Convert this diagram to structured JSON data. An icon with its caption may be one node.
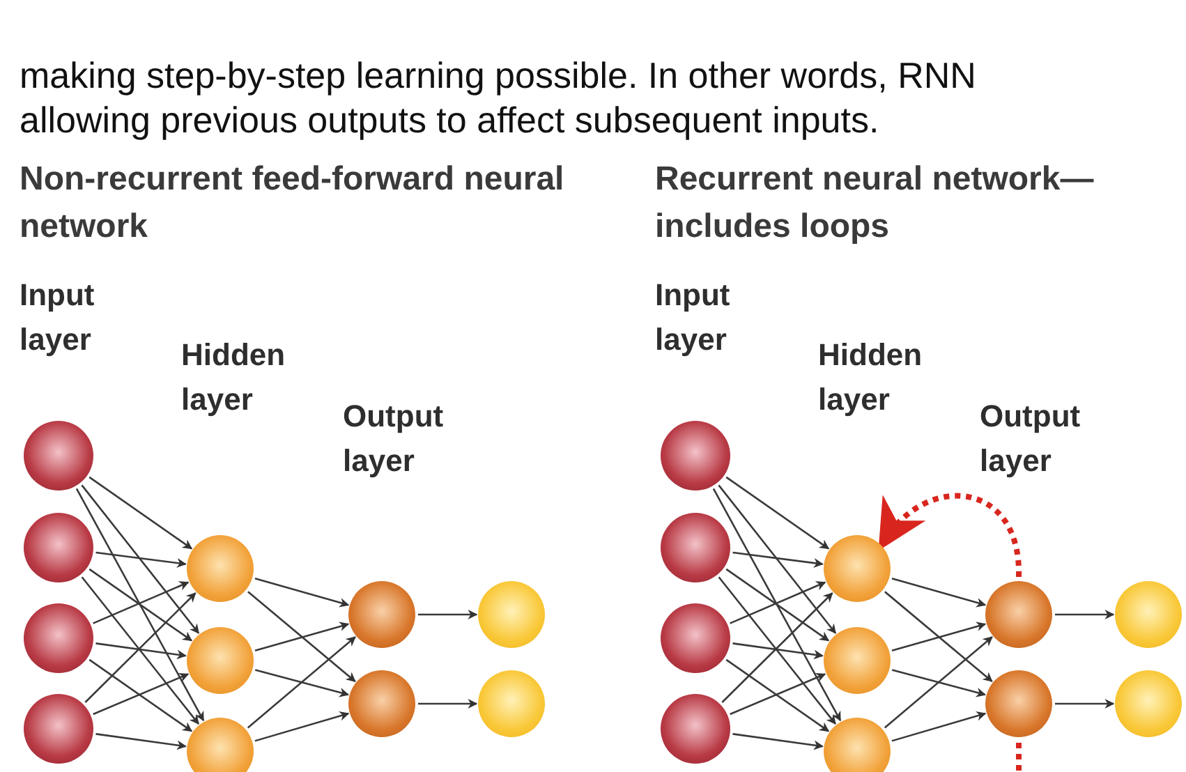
{
  "diagram": {
    "nodes": [
      {
        "text": [],
        "shape": "circle"
      },
      {
        "text": [],
        "shape": "circle"
      },
      {
        "text": [],
        "shape": "circle"
      },
      {
        "text": [],
        "shape": "circle"
      },
      {
        "text": [],
        "shape": "circle"
      },
      {
        "text": [],
        "shape": "circle"
      },
      {
        "text": [],
        "shape": "circle"
      },
      {
        "text": [],
        "shape": "circle"
      },
      {
        "text": [],
        "shape": "circle"
      },
      {
        "text": [],
        "shape": "circle"
      },
      {
        "text": [],
        "shape": "circle"
      },
      {
        "text": [],
        "shape": "circle"
      },
      {
        "text": [],
        "shape": "circle"
      },
      {
        "text": [],
        "shape": "circle"
      },
      {
        "text": [],
        "shape": "circle"
      },
      {
        "text": [],
        "shape": "circle"
      },
      {
        "text": [],
        "shape": "circle"
      },
      {
        "text": [],
        "shape": "circle"
      },
      {
        "text": [],
        "shape": "circle"
      },
      {
        "text": [],
        "shape": "circle"
      },
      {
        "text": [],
        "shape": "circle"
      },
      {
        "text": [],
        "shape": "circle"
      }
    ],
    "edges": [
      {
        "from": 0,
        "to": 4,
        "arrow": "to"
      },
      {
        "from": 0,
        "to": 5,
        "arrow": "to"
      },
      {
        "from": 0,
        "to": 6,
        "arrow": "to"
      },
      {
        "from": 1,
        "to": 4,
        "arrow": "to"
      },
      {
        "from": 1,
        "to": 5,
        "arrow": "to"
      },
      {
        "from": 1,
        "to": 6,
        "arrow": "to"
      },
      {
        "from": 2,
        "to": 4,
        "arrow": "to"
      },
      {
        "from": 2,
        "to": 5,
        "arrow": "to"
      },
      {
        "from": 2,
        "to": 6,
        "arrow": "to"
      },
      {
        "from": 3,
        "to": 4,
        "arrow": "to"
      },
      {
        "from": 3,
        "to": 5,
        "arrow": "to"
      },
      {
        "from": 3,
        "to": 6,
        "arrow": "to"
      },
      {
        "from": 4,
        "to": 7,
        "arrow": "to"
      },
      {
        "from": 4,
        "to": 8,
        "arrow": "to"
      },
      {
        "from": 5,
        "to": 7,
        "arrow": "to"
      },
      {
        "from": 5,
        "to": 8,
        "arrow": "to"
      },
      {
        "from": 6,
        "to": 7,
        "arrow": "to"
      },
      {
        "from": 6,
        "to": 8,
        "arrow": "to"
      },
      {
        "from": 7,
        "to": 9,
        "arrow": "to"
      },
      {
        "from": 8,
        "to": 10,
        "arrow": "to"
      },
      {
        "from": 11,
        "to": 15,
        "arrow": "to"
      },
      {
        "from": 11,
        "to": 16,
        "arrow": "to"
      },
      {
        "from": 11,
        "to": 17,
        "arrow": "to"
      },
      {
        "from": 12,
        "to": 15,
        "arrow": "to"
      },
      {
        "from": 12,
        "to": 16,
        "arrow": "to"
      },
      {
        "from": 12,
        "to": 17,
        "arrow": "to"
      },
      {
        "from": 13,
        "to": 15,
        "arrow": "to"
      },
      {
        "from": 13,
        "to": 16,
        "arrow": "to"
      },
      {
        "from": 13,
        "to": 17,
        "arrow": "to"
      },
      {
        "from": 14,
        "to": 15,
        "arrow": "to"
      },
      {
        "from": 14,
        "to": 16,
        "arrow": "to"
      },
      {
        "from": 14,
        "to": 17,
        "arrow": "to"
      },
      {
        "from": 15,
        "to": 18,
        "arrow": "to"
      },
      {
        "from": 15,
        "to": 19,
        "arrow": "to"
      },
      {
        "from": 16,
        "to": 18,
        "arrow": "to"
      },
      {
        "from": 16,
        "to": 19,
        "arrow": "to"
      },
      {
        "from": 17,
        "to": 18,
        "arrow": "to"
      },
      {
        "from": 17,
        "to": 19,
        "arrow": "to"
      },
      {
        "from": 18,
        "to": 20,
        "arrow": "to"
      },
      {
        "from": 19,
        "to": 21,
        "arrow": "to"
      },
      {
        "from": 18,
        "to": 15,
        "arrow": "to",
        "style": "dashed",
        "color": "#d8261e"
      },
      {
        "from": 19,
        "to": null,
        "arrow": "none",
        "style": "dashed",
        "color": "#d8261e"
      }
    ],
    "labels": [
      "making step-by-step learning possible. In other words, RNN",
      "allowing previous outputs to affect subsequent inputs.",
      "Non-recurrent feed-forward neural network",
      "Recurrent neural network— includes loops",
      "Input layer",
      "Hidden layer",
      "Output layer",
      "Input layer",
      "Hidden layer",
      "Output layer"
    ]
  }
}
